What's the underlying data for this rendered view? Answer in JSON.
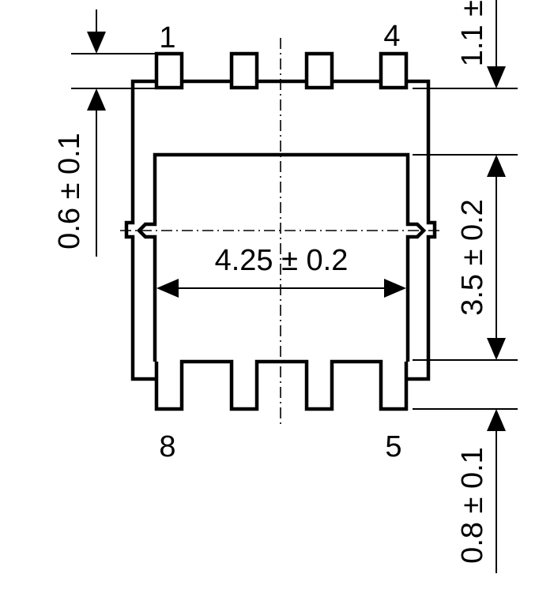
{
  "pins": {
    "top_left": "1",
    "top_right": "4",
    "bottom_left": "8",
    "bottom_right": "5"
  },
  "dimensions": {
    "width_inner": "4.25 ± 0.2",
    "height_inner": "3.5 ± 0.2",
    "lead_top_height": "0.6 ± 0.1",
    "lead_bottom_height": "0.8 ± 0.1",
    "top_offset": "1.1 ±"
  }
}
